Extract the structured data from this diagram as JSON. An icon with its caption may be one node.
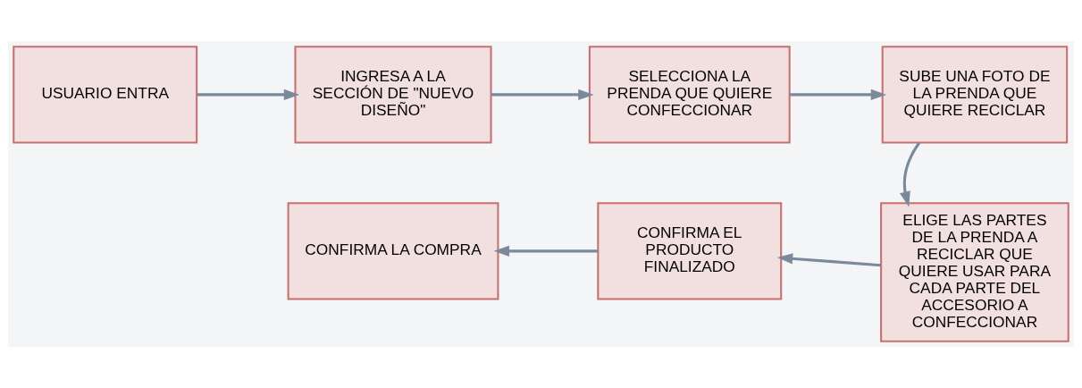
{
  "diagram": {
    "nodes": [
      {
        "text": [
          "USUARIO ENTRA"
        ]
      },
      {
        "text": [
          "INGRESA A LA SECCIÓN DE \"NUEVO DISEÑO\""
        ]
      },
      {
        "text": [
          "SELECCIONA LA PRENDA QUE QUIERE CONFECCIONAR"
        ]
      },
      {
        "text": [
          "SUBE UNA FOTO DE LA PRENDA QUE QUIERE RECICLAR"
        ]
      },
      {
        "text": [
          "CONFIRMA LA COMPRA"
        ]
      },
      {
        "text": [
          "CONFIRMA EL PRODUCTO FINALIZADO"
        ]
      },
      {
        "text": [
          "ELIGE LAS PARTES DE LA PRENDA A RECICLAR QUE QUIERE USAR PARA CADA PARTE DEL ACCESORIO A CONFECCIONAR"
        ]
      }
    ],
    "edges": [
      {
        "from": 0,
        "to": 1,
        "arrow": "to"
      },
      {
        "from": 1,
        "to": 2,
        "arrow": "to"
      },
      {
        "from": 2,
        "to": 3,
        "arrow": "to"
      },
      {
        "from": 3,
        "to": 6,
        "arrow": "to"
      },
      {
        "from": 6,
        "to": 5,
        "arrow": "to"
      },
      {
        "from": 5,
        "to": 4,
        "arrow": "to"
      }
    ]
  }
}
